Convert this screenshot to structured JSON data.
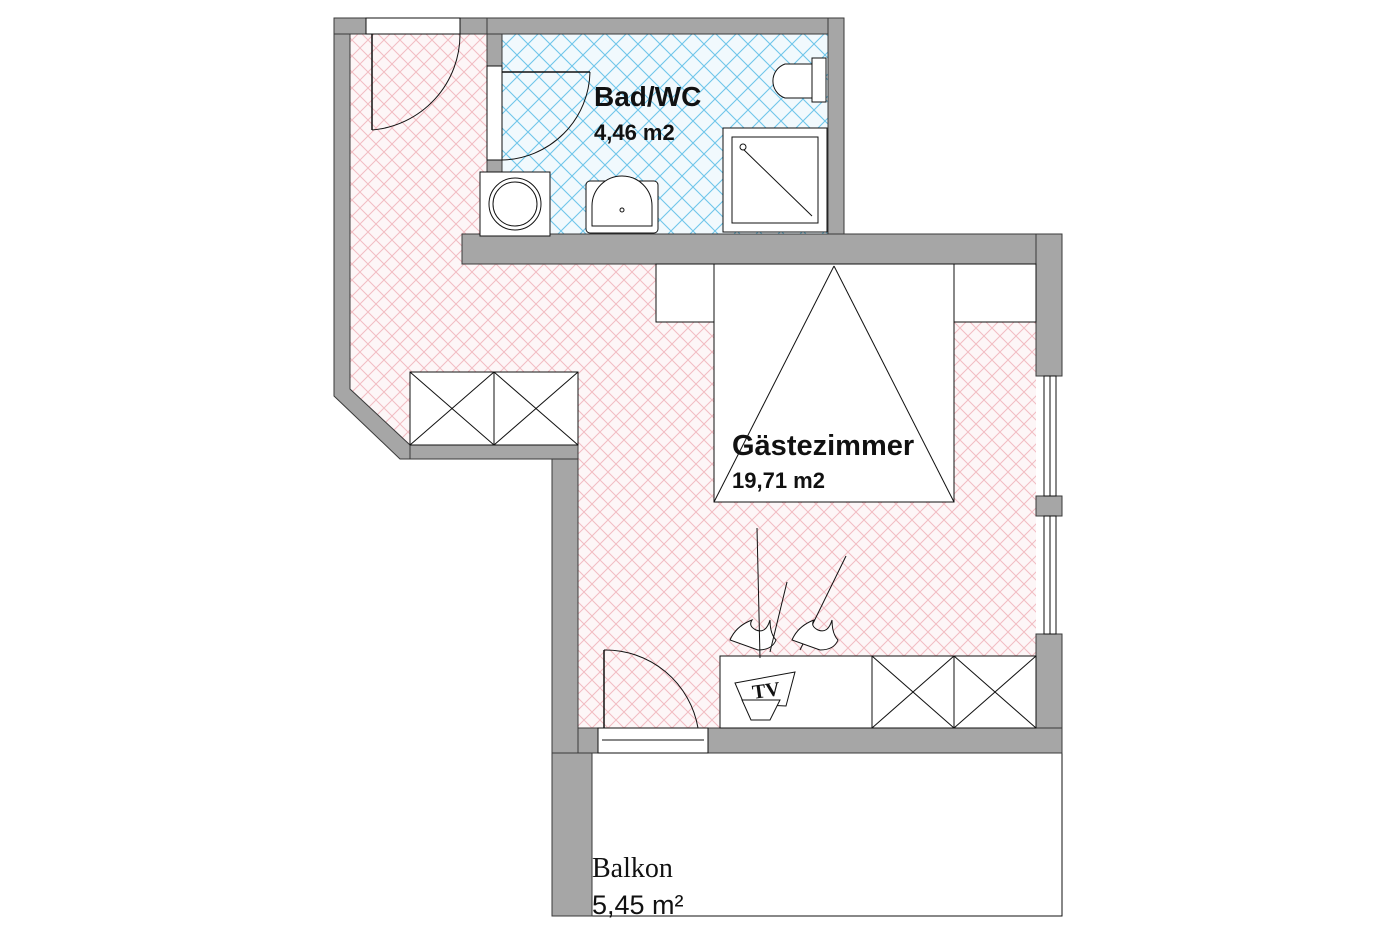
{
  "rooms": [
    {
      "name": "Bad/WC",
      "area": "4,46 m2"
    },
    {
      "name": "Gästezimmer",
      "area": "19,71 m2"
    },
    {
      "name": "Balkon",
      "area": "5,45 m²"
    }
  ],
  "furniture": {
    "tv_label": "TV"
  },
  "colors": {
    "wall": "#a6a6a6",
    "floor_parquet": "#f4c3c8",
    "floor_tile": "#6fc6ea",
    "line": "#111111"
  }
}
